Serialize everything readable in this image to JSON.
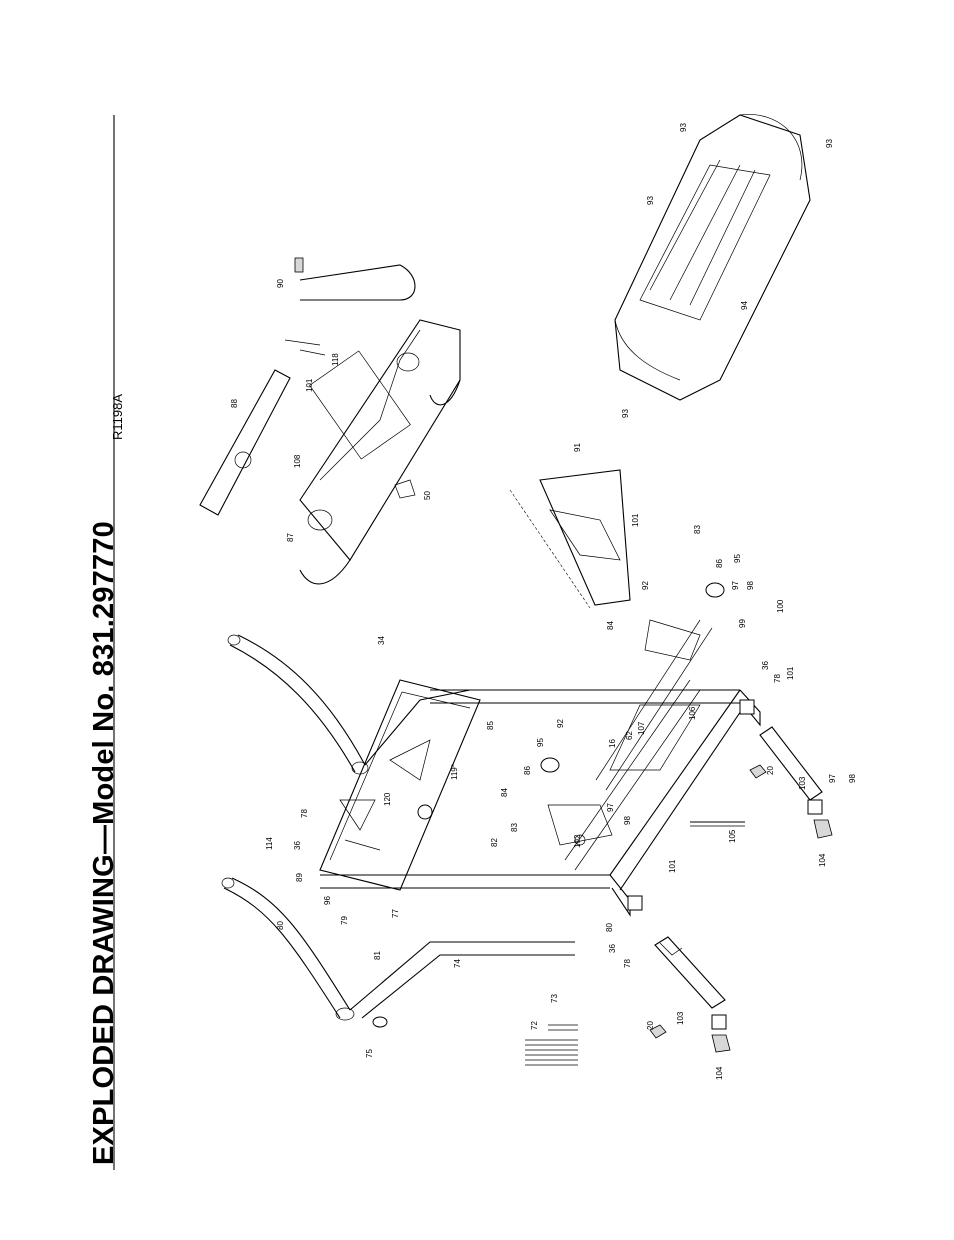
{
  "header": {
    "title": "EXPLODED DRAWING—Model No. 831.297770",
    "drawing_code": "R1198A"
  },
  "callouts": [
    "75",
    "74",
    "81",
    "79",
    "80",
    "96",
    "89",
    "114",
    "77",
    "36",
    "78",
    "120",
    "119*",
    "82",
    "83",
    "84",
    "86",
    "95",
    "92",
    "102",
    "97",
    "98",
    "80",
    "36",
    "78",
    "101",
    "20",
    "103",
    "104",
    "72",
    "73",
    "34",
    "85",
    "16",
    "62",
    "107",
    "106",
    "105",
    "101",
    "36",
    "78",
    "20",
    "103",
    "97",
    "98",
    "104",
    "99",
    "100",
    "84",
    "92",
    "86",
    "95",
    "97",
    "98",
    "83",
    "91",
    "101",
    "87",
    "108",
    "88",
    "118",
    "101",
    "50",
    "90",
    "93",
    "94",
    "93",
    "93",
    "93"
  ]
}
